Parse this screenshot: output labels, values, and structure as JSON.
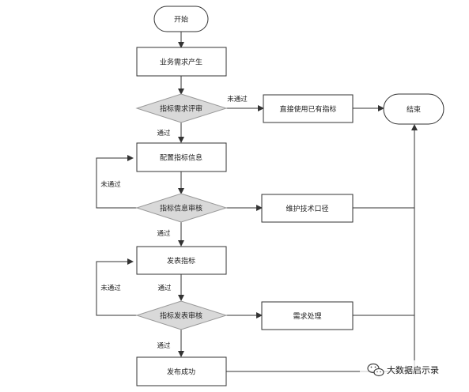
{
  "nodes": {
    "start": "开始",
    "demand": "业务需求产生",
    "review": "指标需求评审",
    "use_existing": "直接使用已有指标",
    "end": "结束",
    "config": "配置指标信息",
    "info_review": "指标信息审核",
    "maintain": "维护技术口径",
    "publish": "发表指标",
    "publish_review": "指标发表审核",
    "handle": "需求处理",
    "success": "发布成功"
  },
  "edges": {
    "review_fail": "未通过",
    "review_pass": "通过",
    "info_fail": "未通过",
    "info_pass": "通过",
    "publish_fail": "未通过",
    "publish_pass_top": "通过",
    "publish_pass": "通过"
  },
  "watermark": {
    "text": "大数据启示录"
  }
}
